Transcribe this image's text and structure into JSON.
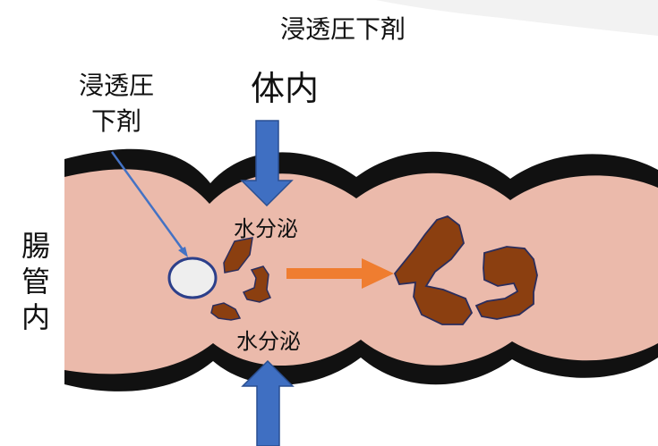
{
  "title": "浸透圧下剤",
  "labels": {
    "body_inside": "体内",
    "intestine_inside": "腸管内",
    "osmotic_laxative_line1": "浸透圧",
    "osmotic_laxative_line2": "下剤",
    "water_secretion_top": "水分泌",
    "water_secretion_bottom": "水分泌"
  },
  "colors": {
    "intestine_fill": "#ebbaab",
    "intestine_outline": "#111111",
    "water_arrow": "#3f6fc2",
    "water_arrow_outline": "#2a4f91",
    "stool_arrow": "#ef7d30",
    "stool_fill": "#8b3f10",
    "stool_outline": "#2a2d5c",
    "laxative_fill": "#eeeeee",
    "laxative_outline": "#2c3f8a",
    "pointer_line": "#4472c4"
  },
  "icons": {
    "laxative_particle": "circle",
    "water_flow": "arrow-down",
    "water_flow_bottom": "arrow-up",
    "stool_movement": "arrow-right"
  }
}
